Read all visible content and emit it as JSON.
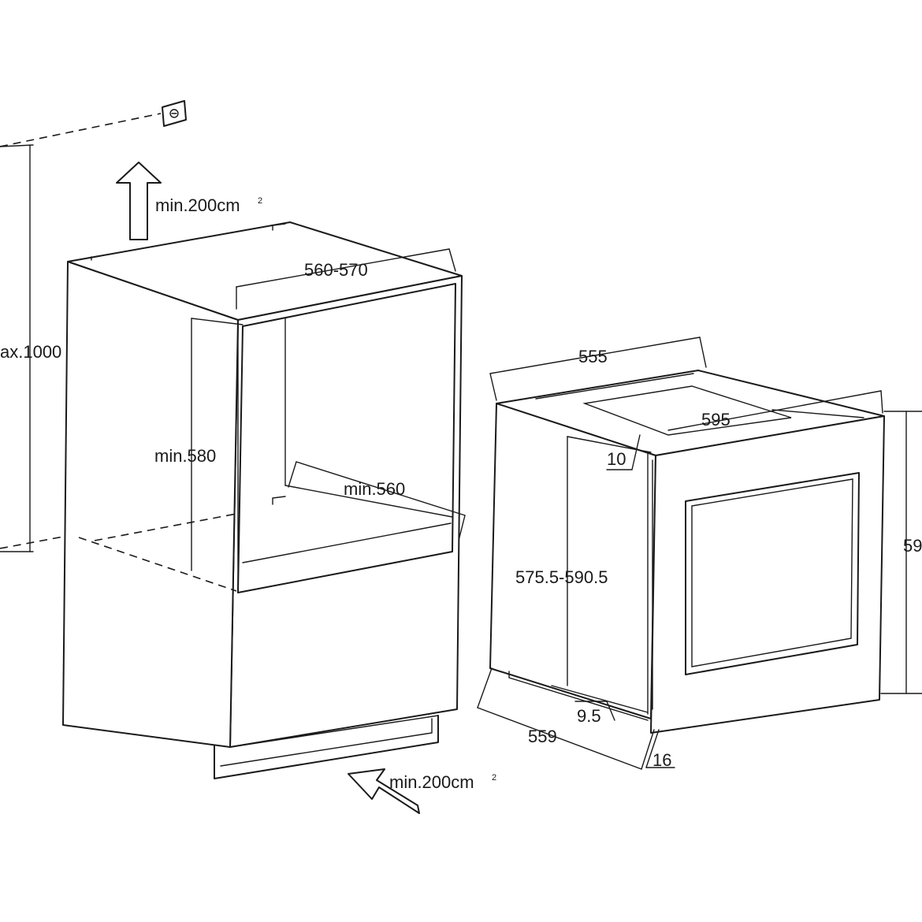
{
  "labels": {
    "vent_top": "min.200cm",
    "vent_bottom": "min.200cm",
    "vent_superscript": "2",
    "max_height": "ax.1000",
    "cab_width": "560-570",
    "cab_min_height": "min.580",
    "cab_min_depth": "min.560",
    "oven_depth_top": "555",
    "oven_width": "595",
    "oven_offset": "10",
    "oven_height_range": "575.5-590.5",
    "oven_height_cut": "59",
    "oven_bottom_offset": "9.5",
    "oven_depth_bottom": "559",
    "oven_front_thickness": "16"
  }
}
